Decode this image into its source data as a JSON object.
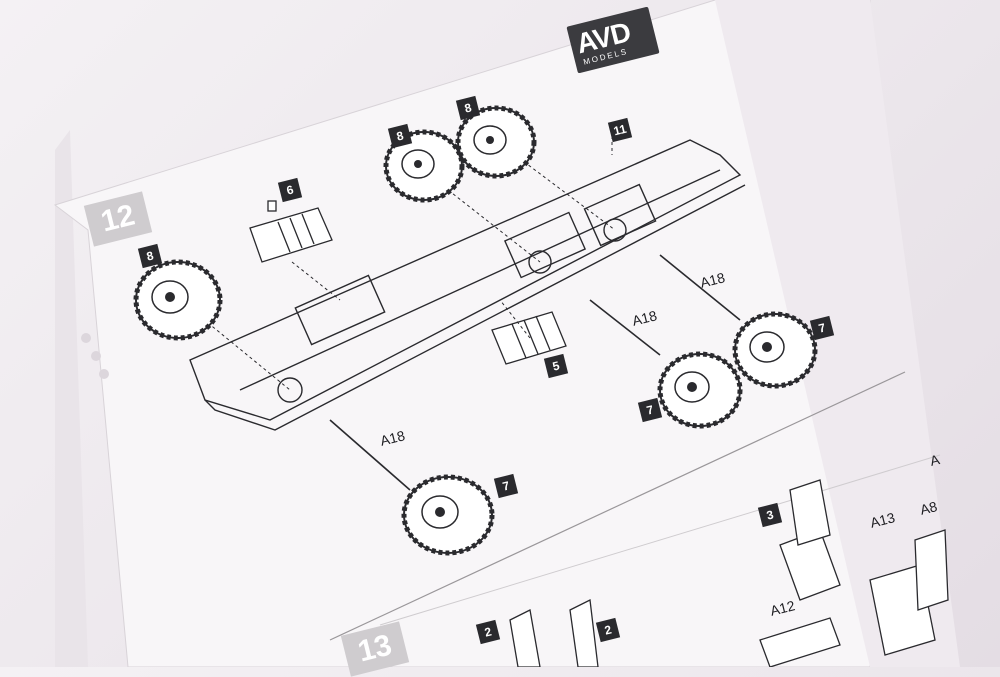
{
  "brand": {
    "logo_text": "AVD",
    "logo_subtext": "MODELS"
  },
  "steps": {
    "step_12": "12",
    "step_13": "13"
  },
  "part_numbers": {
    "wheel_front_left": "8",
    "wheel_rear_top_left": "8",
    "wheel_rear_top_right": "8",
    "frame": "11",
    "fuel_tank_left": "6",
    "fuel_tank_right": "5",
    "wheel_bottom_left": "7",
    "wheel_mid_right": "7",
    "wheel_far_right": "7",
    "seat_part": "3",
    "step13_part_left": "2",
    "step13_part_right": "2"
  },
  "part_codes": {
    "axle_left": "A18",
    "axle_mid": "A18",
    "axle_right": "A18",
    "step13_a13": "A13",
    "step13_a12": "A12",
    "step13_a8": "A8",
    "step13_a_edge": "A"
  },
  "colors": {
    "paper": "#f7f5f7",
    "ink": "#1e1e22",
    "badge": "#2a2a2e",
    "step_box": "#cfcccf",
    "background": "#ece7ec"
  }
}
